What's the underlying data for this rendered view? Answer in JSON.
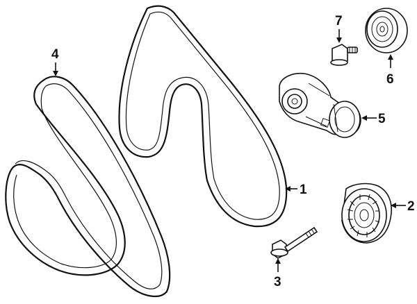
{
  "diagram": {
    "callouts": [
      {
        "id": "1",
        "label": "1"
      },
      {
        "id": "2",
        "label": "2"
      },
      {
        "id": "3",
        "label": "3"
      },
      {
        "id": "4",
        "label": "4"
      },
      {
        "id": "5",
        "label": "5"
      },
      {
        "id": "6",
        "label": "6"
      },
      {
        "id": "7",
        "label": "7"
      }
    ],
    "parts": [
      {
        "callout": "1",
        "icon": "serpentine-belt-large-icon"
      },
      {
        "callout": "2",
        "icon": "idler-pulley-icon"
      },
      {
        "callout": "3",
        "icon": "mounting-bolt-icon"
      },
      {
        "callout": "4",
        "icon": "serpentine-belt-small-icon"
      },
      {
        "callout": "5",
        "icon": "belt-tensioner-icon"
      },
      {
        "callout": "6",
        "icon": "pulley-icon"
      },
      {
        "callout": "7",
        "icon": "flange-bolt-icon"
      }
    ]
  }
}
